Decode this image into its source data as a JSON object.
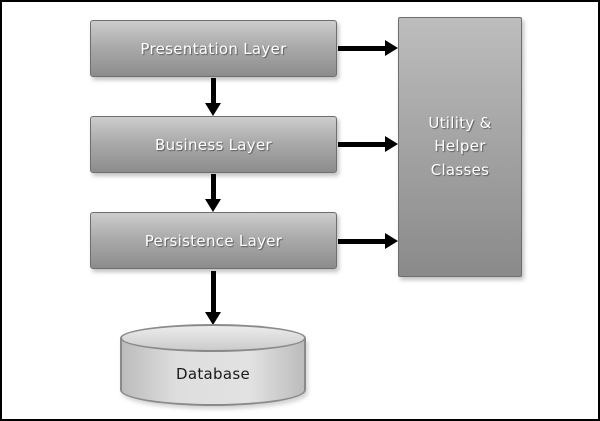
{
  "layers": [
    {
      "label": "Presentation Layer"
    },
    {
      "label": "Business Layer"
    },
    {
      "label": "Persistence Layer"
    }
  ],
  "utility": {
    "label": "Utility & Helper Classes"
  },
  "database": {
    "label": "Database"
  },
  "colors": {
    "box_gradient_top": "#cdcdcd",
    "box_gradient_bottom": "#8c8c8c",
    "box_border": "#6e6e6e",
    "box_text": "#ffffff",
    "cylinder_fill": "#dedede",
    "cylinder_border": "#8a8a8a",
    "arrow": "#000000",
    "frame_border": "#000000",
    "database_text": "#1a1a1a"
  }
}
